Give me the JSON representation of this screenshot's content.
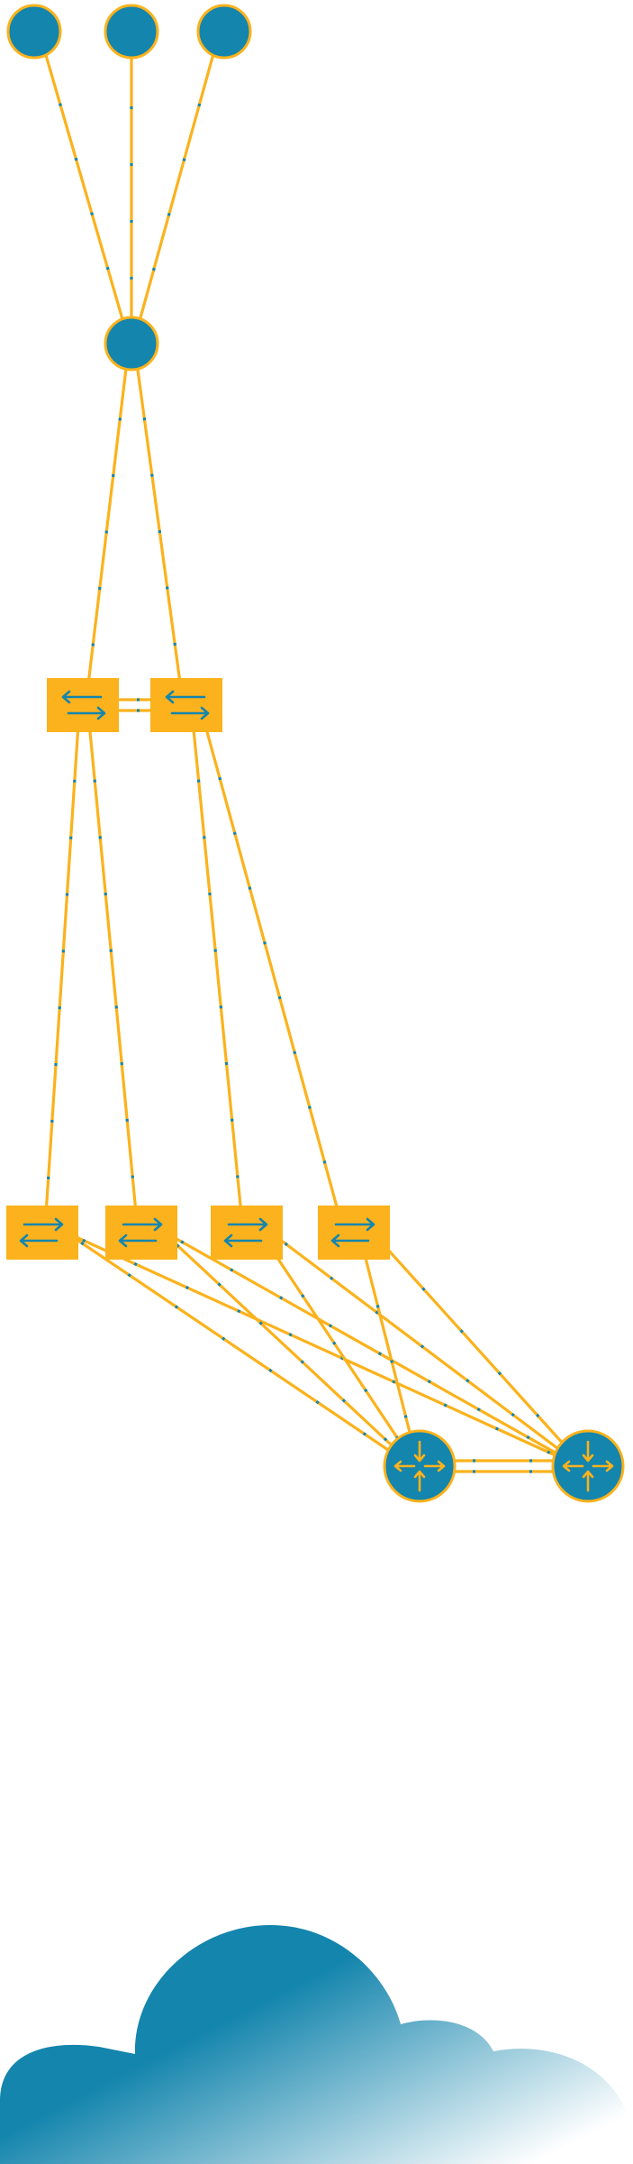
{
  "colors": {
    "node_fill": "#1485ad",
    "accent": "#fbb21c",
    "link_line": "#fbb21c",
    "link_dash": "#1485ad",
    "cloud_start": "#1485ad",
    "cloud_end": "#ffffff"
  },
  "nodes": {
    "endpoints": [
      {
        "id": "endpoint-1",
        "kind": "circle-node"
      },
      {
        "id": "endpoint-2",
        "kind": "circle-node"
      },
      {
        "id": "endpoint-3",
        "kind": "circle-node"
      }
    ],
    "aggregator": {
      "id": "aggregator",
      "kind": "circle-node"
    },
    "core_switches": [
      {
        "id": "core-switch-1",
        "kind": "switch",
        "icon": "switch-arrows-icon"
      },
      {
        "id": "core-switch-2",
        "kind": "switch",
        "icon": "switch-arrows-icon"
      }
    ],
    "access_switches": [
      {
        "id": "access-switch-1",
        "kind": "switch",
        "icon": "switch-arrows-icon"
      },
      {
        "id": "access-switch-2",
        "kind": "switch",
        "icon": "switch-arrows-icon"
      },
      {
        "id": "access-switch-3",
        "kind": "switch",
        "icon": "switch-arrows-icon"
      },
      {
        "id": "access-switch-4",
        "kind": "switch",
        "icon": "switch-arrows-icon"
      }
    ],
    "routers": [
      {
        "id": "router-1",
        "kind": "router",
        "icon": "router-arrows-icon"
      },
      {
        "id": "router-2",
        "kind": "router",
        "icon": "router-arrows-icon"
      }
    ],
    "cloud": {
      "id": "cloud",
      "kind": "cloud",
      "icon": "cloud-icon"
    }
  },
  "links": [
    [
      "endpoint-1",
      "aggregator"
    ],
    [
      "endpoint-2",
      "aggregator"
    ],
    [
      "endpoint-3",
      "aggregator"
    ],
    [
      "aggregator",
      "core-switch-1"
    ],
    [
      "aggregator",
      "core-switch-2"
    ],
    [
      "core-switch-1",
      "core-switch-2"
    ],
    [
      "core-switch-1",
      "access-switch-1"
    ],
    [
      "core-switch-1",
      "access-switch-2"
    ],
    [
      "core-switch-2",
      "access-switch-3"
    ],
    [
      "core-switch-2",
      "access-switch-4"
    ],
    [
      "access-switch-1",
      "router-1"
    ],
    [
      "access-switch-1",
      "router-2"
    ],
    [
      "access-switch-2",
      "router-1"
    ],
    [
      "access-switch-2",
      "router-2"
    ],
    [
      "access-switch-3",
      "router-1"
    ],
    [
      "access-switch-3",
      "router-2"
    ],
    [
      "access-switch-4",
      "router-1"
    ],
    [
      "access-switch-4",
      "router-2"
    ],
    [
      "router-1",
      "router-2"
    ]
  ]
}
